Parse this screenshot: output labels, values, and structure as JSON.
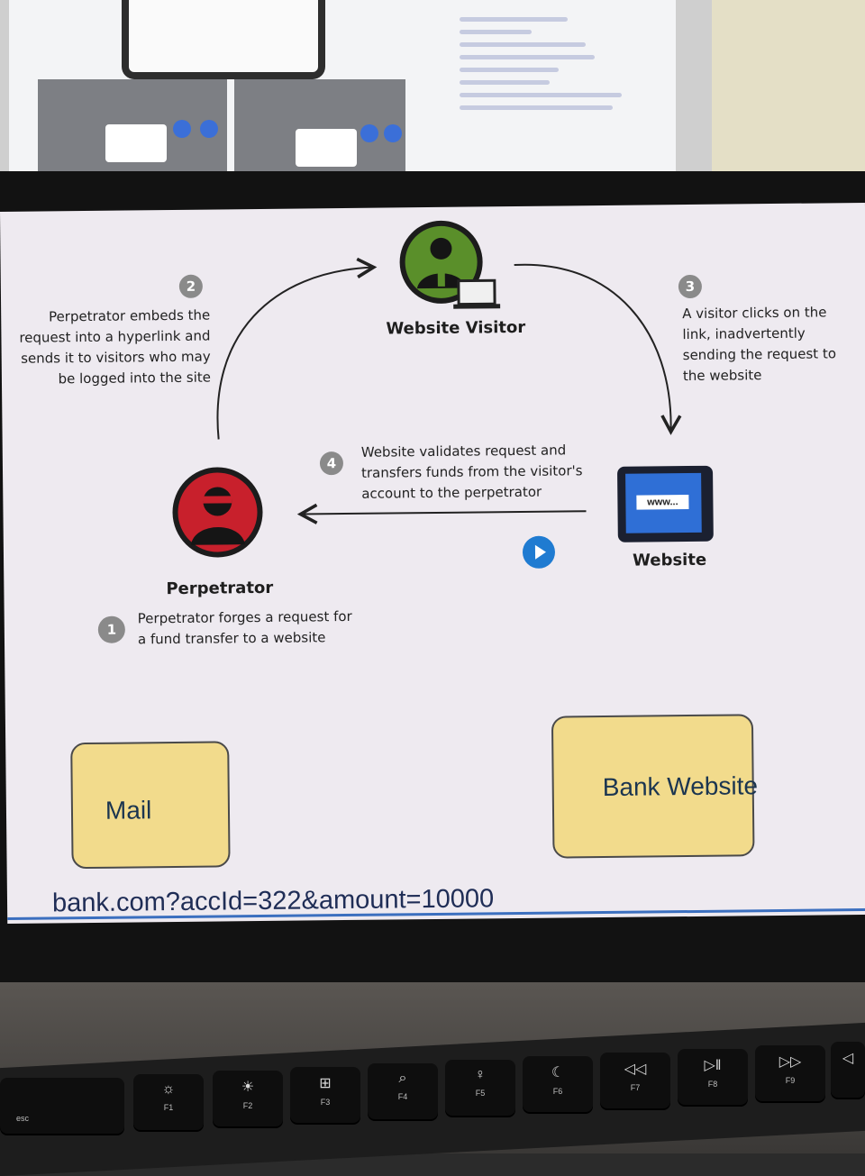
{
  "diagram": {
    "step1": {
      "number": "1",
      "text_line1": "Perpetrator forges a request for",
      "text_line2": "a fund transfer to a website"
    },
    "step2": {
      "number": "2",
      "lines": [
        "Perpetrator embeds the",
        "request into a hyperlink  and",
        "sends it to visitors who may",
        "be logged into the site"
      ]
    },
    "step3": {
      "number": "3",
      "lines": [
        "A visitor clicks on the",
        "link, inadvertently",
        "sending the request to",
        "the website"
      ]
    },
    "step4": {
      "number": "4",
      "lines": [
        "Website validates request and",
        "transfers funds from the visitor's",
        "account to the  perpetrator"
      ]
    },
    "nodes": {
      "visitor": "Website Visitor",
      "perpetrator": "Perpetrator",
      "website": "Website",
      "website_screen_text": "www..."
    },
    "colors": {
      "visitor_ring": "#5a8f2a",
      "perpetrator_ring": "#c8202c",
      "website_screen": "#2f6fd6",
      "play_button": "#1f7bd1"
    }
  },
  "overlay": {
    "mail_box": "Mail",
    "bank_box": "Bank Website",
    "url": "bank.com?accId=322&amount=10000"
  },
  "keyboard": {
    "keys": [
      {
        "label": "esc",
        "icon": "esc"
      },
      {
        "label": "F1",
        "icon": "brightness-low-icon"
      },
      {
        "label": "F2",
        "icon": "brightness-high-icon"
      },
      {
        "label": "F3",
        "icon": "mission-control-icon"
      },
      {
        "label": "F4",
        "icon": "search-icon"
      },
      {
        "label": "F5",
        "icon": "microphone-icon"
      },
      {
        "label": "F6",
        "icon": "moon-icon"
      },
      {
        "label": "F7",
        "icon": "rewind-icon"
      },
      {
        "label": "F8",
        "icon": "play-pause-icon"
      },
      {
        "label": "F9",
        "icon": "fast-forward-icon"
      }
    ]
  }
}
